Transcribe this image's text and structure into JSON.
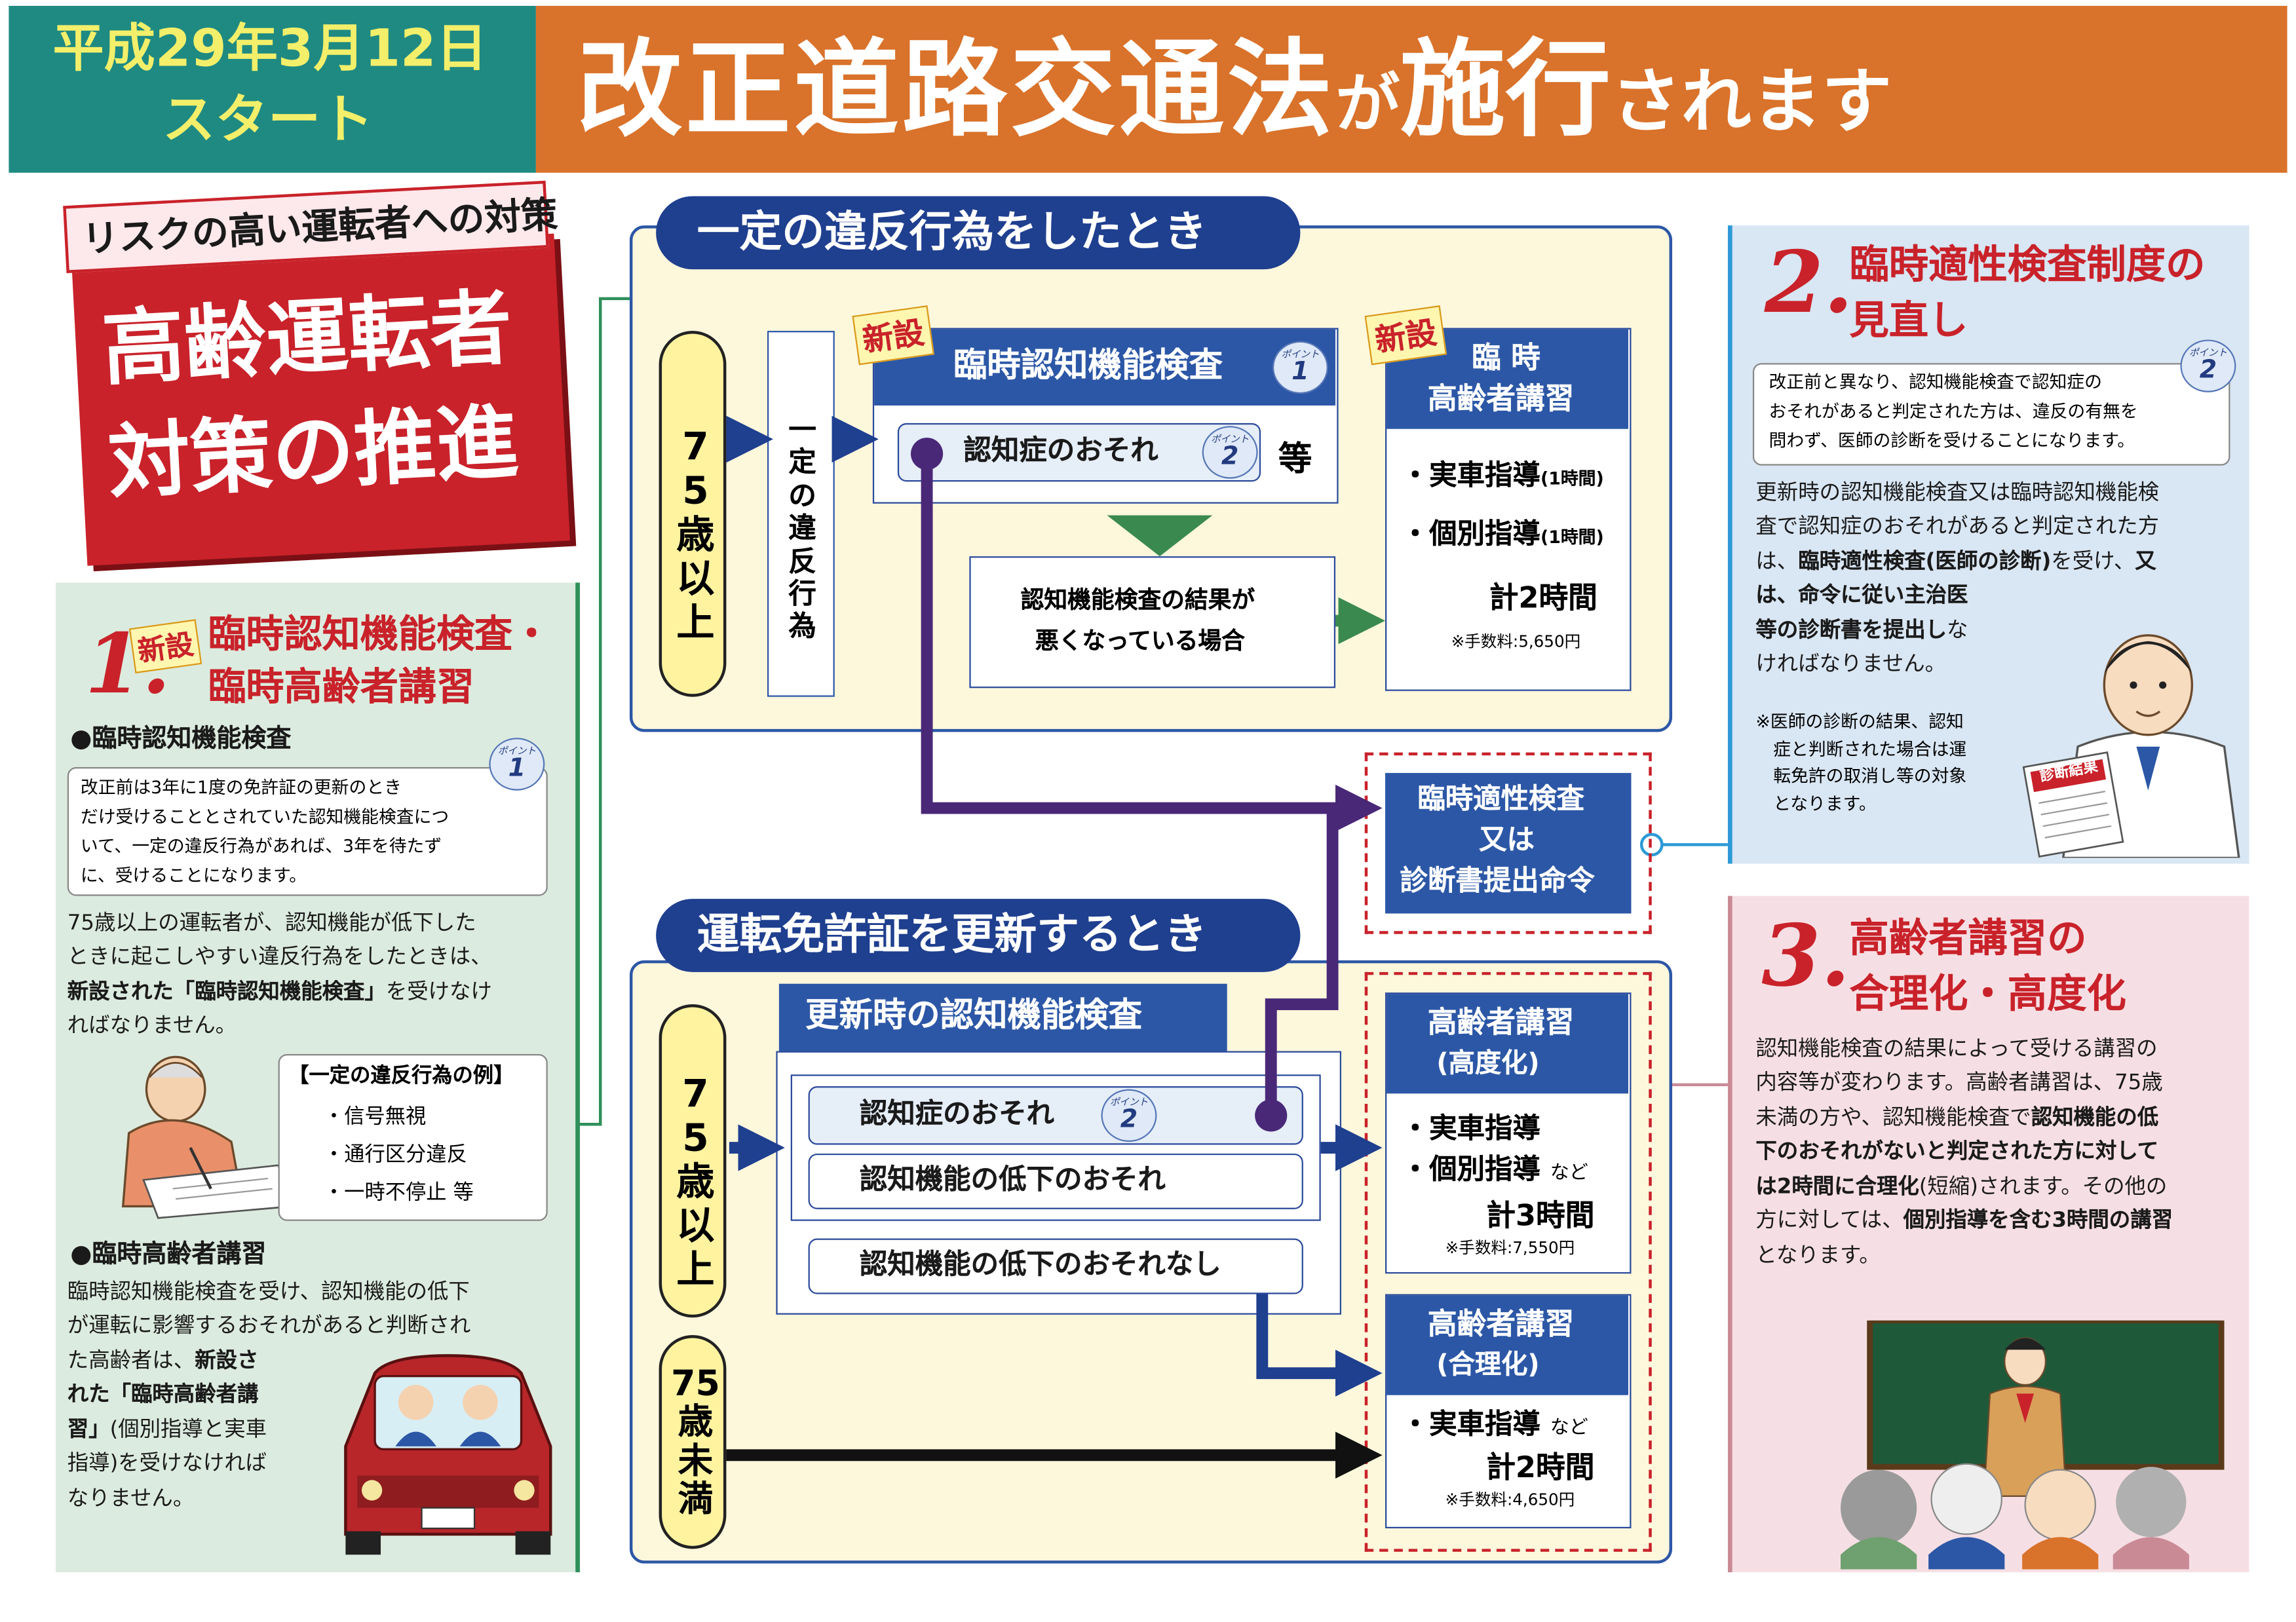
{
  "header": {
    "date_line1": "平成29年3月12日",
    "date_line2": "スタート",
    "title_main": "改正道路交通法",
    "title_ga": "が",
    "title_shikou": "施行",
    "title_end": "されます"
  },
  "left_banner": {
    "tag": "リスクの高い運転者への対策",
    "line1": "高齢運転者",
    "line2": "対策の推進"
  },
  "section1": {
    "number": "1.",
    "new_tag": "新設",
    "title_line1": "臨時認知機能検査・",
    "title_line2": "臨時高齢者講習",
    "sub1": "●臨時認知機能検査",
    "box_text": [
      "改正前は3年に1度の免許証の更新のとき",
      "だけ受けることとされていた認知機能検査につ",
      "いて、一定の違反行為があれば、3年を待たず",
      "に、受けることになります。"
    ],
    "para": [
      "75歳以上の運転者が、認知機能が低下した",
      "ときに起こしやすい違反行為をしたときは、"
    ],
    "para_b_prefix": "新設された",
    "para_b_quote": "「臨時認知機能検査」",
    "para_b_suffix": "を受けなけ",
    "para_end": "ればなりません。",
    "examples_title": "【一定の違反行為の例】",
    "examples": [
      "・信号無視",
      "・通行区分違反",
      "・一時不停止 等"
    ],
    "sub2": "●臨時高齢者講習",
    "para2": [
      "臨時認知機能検査を受け、認知機能の低下",
      "が運転に影響するおそれがあると判断され"
    ],
    "para2_l3": "た高齢者は、",
    "para2_l3b": "新設さ",
    "para2_l4": "れた「臨時高齢者講",
    "para2_l5": "習」",
    "para2_l5s": "(個別指導と実車",
    "para2_l6": "指導)を受けなければ",
    "para2_l7": "なりません。"
  },
  "point_label": "ポイント",
  "flow_top": {
    "title": "一定の違反行為をしたとき",
    "age": "75歳以上",
    "violation": "一定の違反行為",
    "new_tag": "新設",
    "exam_title": "臨時認知機能検査",
    "dementia": "認知症のおそれ",
    "etc": "等",
    "worse_line1": "認知機能検査の結果が",
    "worse_line2": "悪くなっている場合",
    "new_tag2": "新設",
    "lecture_title1": "臨 時",
    "lecture_title2": "高齢者講習",
    "item1": "・実車指導",
    "item1_time": "(1時間)",
    "item2": "・個別指導",
    "item2_time": "(1時間)",
    "total": "計2時間",
    "fee": "※手数料:5,650円"
  },
  "aptitude": {
    "line1": "臨時適性検査",
    "line2": "又は",
    "line3": "診断書提出命令"
  },
  "flow_bottom": {
    "title": "運転免許証を更新するとき",
    "renewal_exam": "更新時の認知機能検査",
    "age": "75歳以上",
    "opt1": "認知症のおそれ",
    "opt2": "認知機能の低下のおそれ",
    "opt3": "認知機能の低下のおそれなし",
    "age_under": "75歳未満",
    "adv_title1": "高齢者講習",
    "adv_title2": "(高度化)",
    "adv_item1": "・実車指導",
    "adv_item2": "・個別指導",
    "adv_nado": "など",
    "adv_total": "計3時間",
    "adv_fee": "※手数料:7,550円",
    "rat_title1": "高齢者講習",
    "rat_title2": "(合理化)",
    "rat_item1": "・実車指導",
    "rat_nado": "など",
    "rat_total": "計2時間",
    "rat_fee": "※手数料:4,650円"
  },
  "section2": {
    "number": "2.",
    "title_line1": "臨時適性検査制度の",
    "title_line2": "見直し",
    "box_text": [
      "改正前と異なり、認知機能検査で認知症の",
      "おそれがあると判定された方は、違反の有無を",
      "問わず、医師の診断を受けることになります。"
    ],
    "para_l1": "更新時の認知機能検査又は臨時認知機能検",
    "para_l2": "査で認知症のおそれがあると判定された方",
    "para_l3a": "は、",
    "para_l3b": "臨時適性検査(医師の診断)",
    "para_l3c": "を受け、",
    "para_l3d": "又",
    "para_l4": "は、命令に従い主治医",
    "para_l5": "等の診断書を提出し",
    "para_l5s": "な",
    "para_l6": "ければなりません。",
    "note": [
      "※医師の診断の結果、認知",
      "症と判断された場合は運",
      "転免許の取消し等の対象",
      "となります。"
    ],
    "doc_label": "診断結果"
  },
  "section3": {
    "number": "3.",
    "title_line1": "高齢者講習の",
    "title_line2": "合理化・高度化",
    "para_l1": "認知機能検査の結果によって受ける講習の",
    "para_l2": "内容等が変わります。高齢者講習は、75歳",
    "para_l3a": "未満の方や、認知機能検査で",
    "para_l3b": "認知機能の低",
    "para_l4": "下のおそれがないと判定された方に対して",
    "para_l5a": "は2時間に合理化",
    "para_l5b": "(短縮)",
    "para_l5c": "されます。その他の",
    "para_l6a": "方に対しては、",
    "para_l6b": "個別指導を含む3時間の講習",
    "para_l7": "となります。"
  },
  "colors": {
    "header_green": "#1f8a82",
    "header_orange": "#d9722a",
    "navy": "#1f3f8f",
    "purple": "#4a2878",
    "cream": "#fdf7dc",
    "section1_bg": "#dcebdf",
    "section2_bg": "#d9e6f3",
    "section3_bg": "#f6dfe4",
    "red": "#c9222a",
    "age_yellow": "#fff3a0"
  }
}
